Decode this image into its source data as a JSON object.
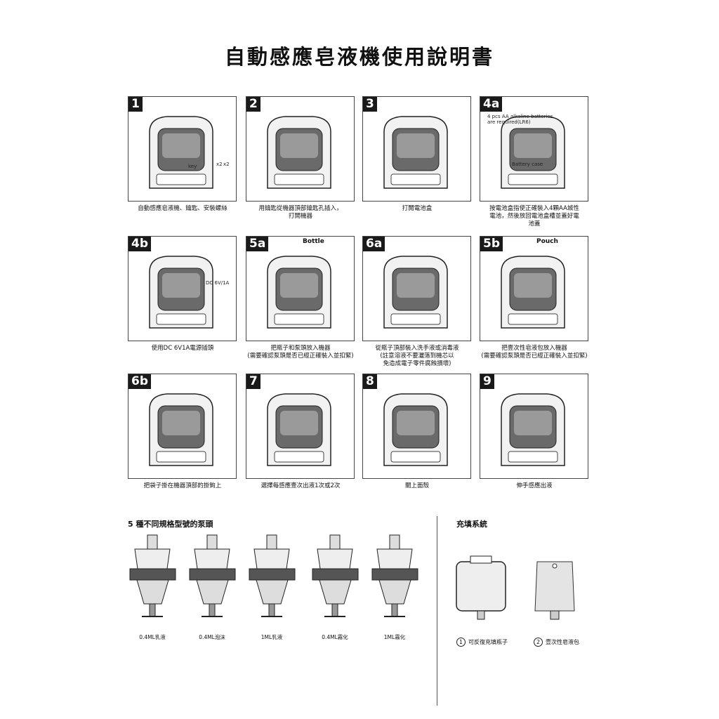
{
  "title": "自動感應皂液機使用說明書",
  "steps": [
    {
      "badge": "1",
      "caption": "自動感應皂液機、鑰匙、安裝螺絲",
      "labels": [
        "key",
        "x2",
        "x2"
      ]
    },
    {
      "badge": "2",
      "caption": "用鑰匙從機器頂部鑰匙孔插入，\n打開機器",
      "labels": []
    },
    {
      "badge": "3",
      "caption": "打開電池盒",
      "labels": []
    },
    {
      "badge": "4a",
      "caption": "按電池盒指使正確裝入4顆AA城性\n電池，然後放回電池盒槽並蓋好電\n池蓋",
      "labels": [
        "4 pcs AA alkaline batteries",
        "are required(LR6)",
        "Battery case"
      ]
    },
    {
      "badge": "4b",
      "caption": "使用DC 6V1A電源插頭",
      "labels": [
        "DC 6V/1A"
      ]
    },
    {
      "badge": "5a",
      "caption": "把瓶子和泵頭放入機器\n(需要確認泵頭是否已經正確裝入並扣緊)",
      "labels": [
        "Bottle"
      ]
    },
    {
      "badge": "6a",
      "caption": "從瓶子頂部裝入洗手液或消毒液\n(註意溶液不要灑落到機芯以\n免造成電子零件腐蝕損壞)",
      "labels": []
    },
    {
      "badge": "5b",
      "caption": "把壹次性皂液包放入機器\n(需要確認泵頭是否已經正確裝入並扣緊)",
      "labels": [
        "Pouch"
      ]
    },
    {
      "badge": "6b",
      "caption": "把袋子掛在機器頂部的掛鉤上",
      "labels": []
    },
    {
      "badge": "7",
      "caption": "選擇每感應壹次出液1次或2次",
      "labels": []
    },
    {
      "badge": "8",
      "caption": "關上面殼",
      "labels": []
    },
    {
      "badge": "9",
      "caption": "伸手感應出液",
      "labels": []
    }
  ],
  "pumps": {
    "heading": "5 種不同規格型號的泵頭",
    "items": [
      "0.4ML乳液",
      "0.4ML泡沫",
      "1ML乳液",
      "0.4ML霧化",
      "1ML霧化"
    ]
  },
  "refill": {
    "heading": "充填系統",
    "items": [
      {
        "num": "1",
        "label": "可反復充填瓶子"
      },
      {
        "num": "2",
        "label": "壹次性皂液包"
      }
    ]
  }
}
